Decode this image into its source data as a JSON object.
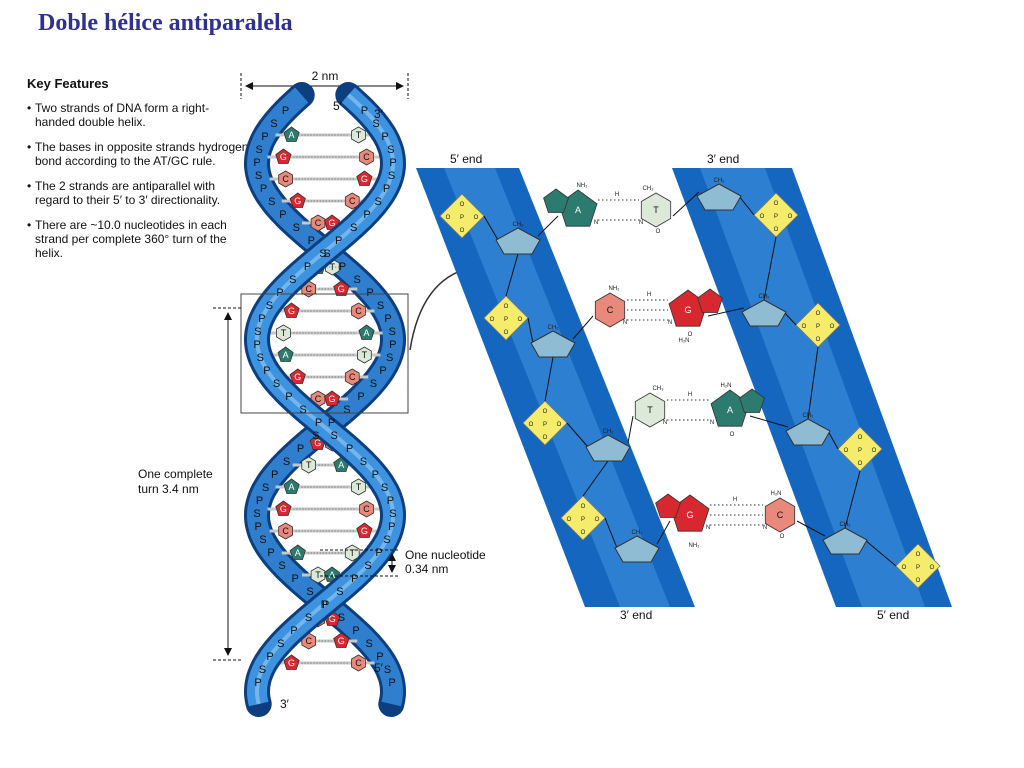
{
  "title": "Doble hélice antiparalela",
  "key_features": {
    "heading": "Key Features",
    "items": [
      "Two strands of DNA form a right-handed double helix.",
      "The bases in opposite strands hydrogen bond according to the AT/GC rule.",
      "The 2 strands are antiparallel with regard to their 5′ to 3′ directionality.",
      "There are ~10.0 nucleotides in each strand per complete 360° turn of the helix."
    ]
  },
  "helix": {
    "width_label": "2 nm",
    "top_left_end": "5′",
    "top_right_end": "3′",
    "bottom_left_end": "3′",
    "bottom_right_end": "5′",
    "turn_label_line1": "One complete",
    "turn_label_line2": "turn 3.4 nm",
    "nucleotide_label_line1": "One nucleotide",
    "nucleotide_label_line2": "0.34 nm",
    "phosphate_letter": "P",
    "sugar_letter": "S",
    "base_pairs": [
      "A",
      "G",
      "C",
      "G",
      "C",
      "A",
      "T",
      "C",
      "G",
      "T",
      "A",
      "G",
      "C",
      "G",
      "C",
      "T",
      "A",
      "G",
      "C",
      "A",
      "T",
      "C",
      "G",
      "C",
      "G"
    ]
  },
  "detail": {
    "top_left": "5′ end",
    "top_right": "3′ end",
    "bottom_left": "3′ end",
    "bottom_right": "5′ end",
    "pairs": [
      {
        "left": "A",
        "right": "T"
      },
      {
        "left": "C",
        "right": "G"
      },
      {
        "left": "T",
        "right": "A"
      },
      {
        "left": "G",
        "right": "C"
      }
    ],
    "phosphate_label": "P",
    "atoms": {
      "o": "O",
      "n": "N",
      "h": "H",
      "nh2": "NH₂",
      "h2n": "H₂N",
      "ch3": "CH₃",
      "ch2": "CH₂"
    }
  },
  "colors": {
    "title": "#2e3192",
    "strand": "#1e6fc0",
    "strand_dark": "#0d3f80",
    "A": "#2d7a6e",
    "T": "#dce8d8",
    "G": "#d7282f",
    "C": "#e8897c",
    "phosphate": "#f5ec6b",
    "sugar": "#8fbcd3"
  }
}
